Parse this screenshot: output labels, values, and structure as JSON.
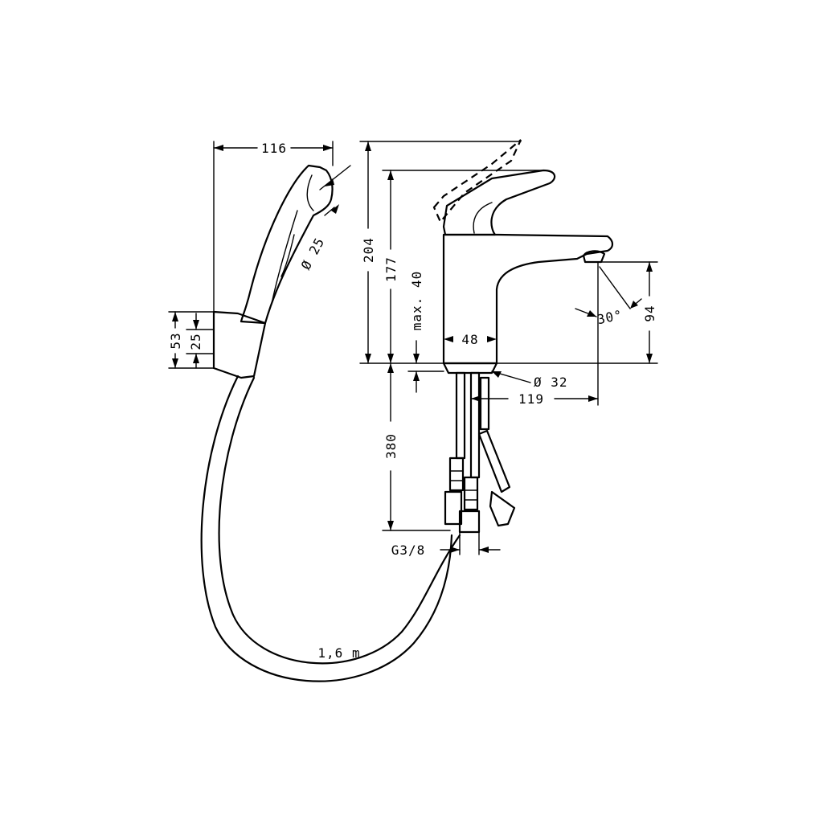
{
  "dimensions": {
    "handshower_width": "116",
    "spray_face_diameter": "Ø 25",
    "holder_height": "53",
    "holder_depth": "25",
    "height_total": "204",
    "spout_height": "177",
    "max_deck_thickness": "max. 40",
    "body_diameter": "48",
    "outlet_height": "94",
    "spray_angle": "30°",
    "hole_diameter": "Ø 32",
    "spout_reach": "119",
    "hose_length_below": "380",
    "connection_thread": "G3/8",
    "shower_hose_length": "1,6 m"
  }
}
